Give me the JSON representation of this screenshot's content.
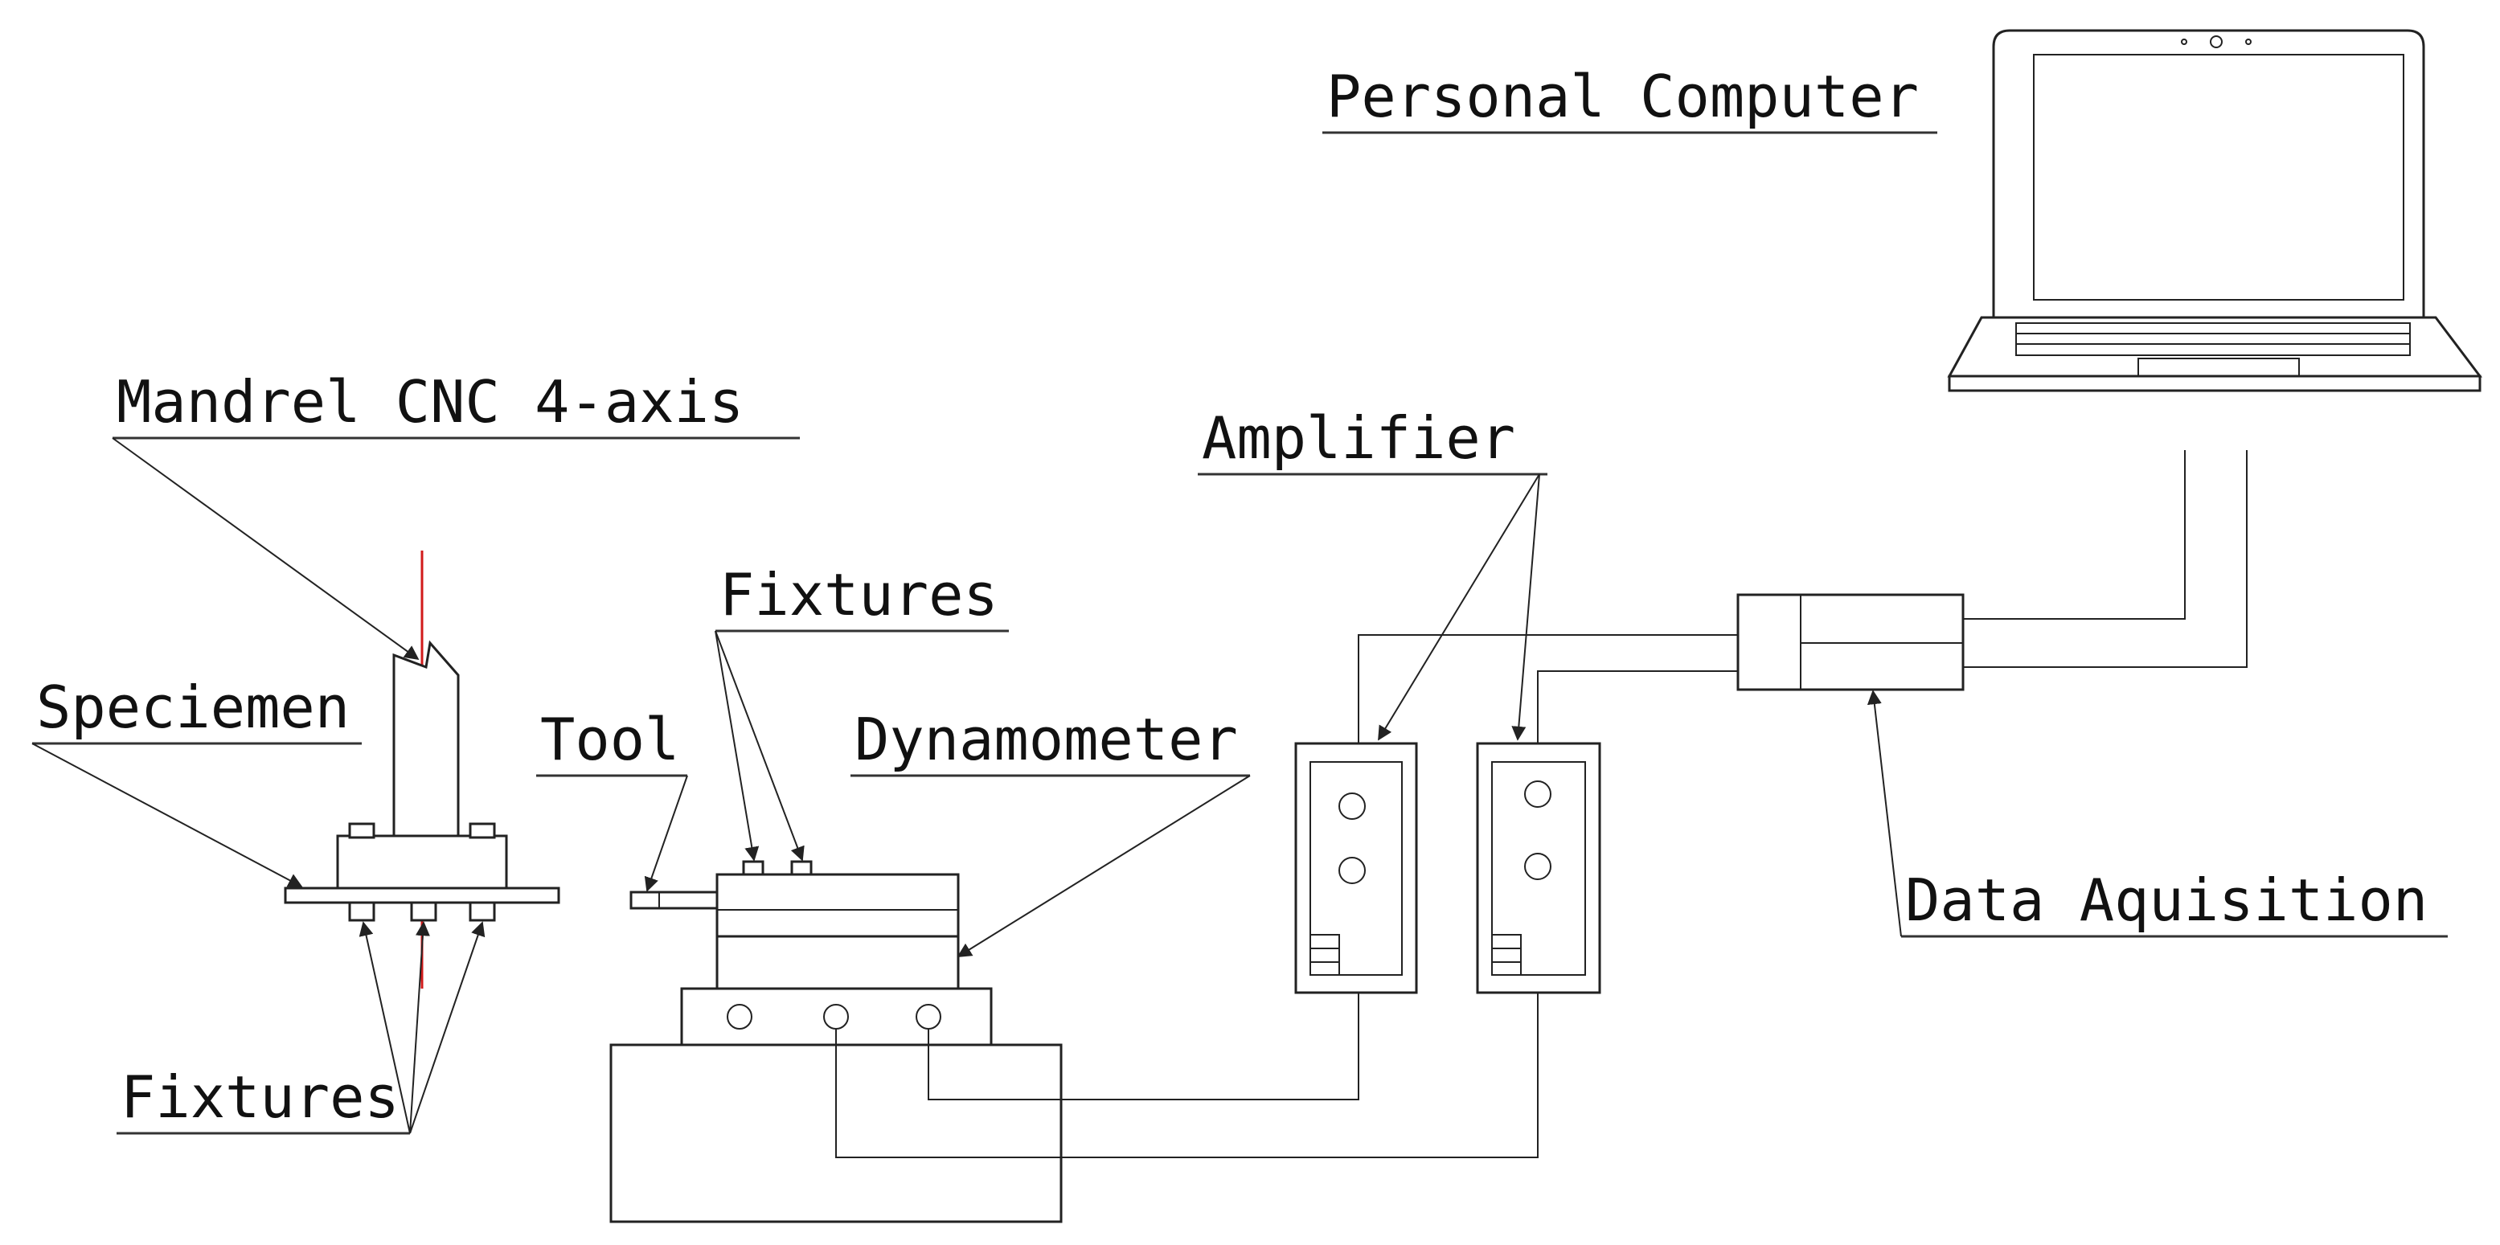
{
  "labels": {
    "personal_computer": "Personal Computer",
    "mandrel": "Mandrel CNC 4-axis",
    "amplifier": "Amplifier",
    "fixtures_top": "Fixtures",
    "speciemen": "Speciemen",
    "tool": "Tool",
    "dynamometer": "Dynamometer",
    "data_acquisition": "Data Aquisition",
    "fixtures_bottom": "Fixtures"
  },
  "colors": {
    "line": "#222222",
    "spindle_axis": "#d11a1a"
  }
}
